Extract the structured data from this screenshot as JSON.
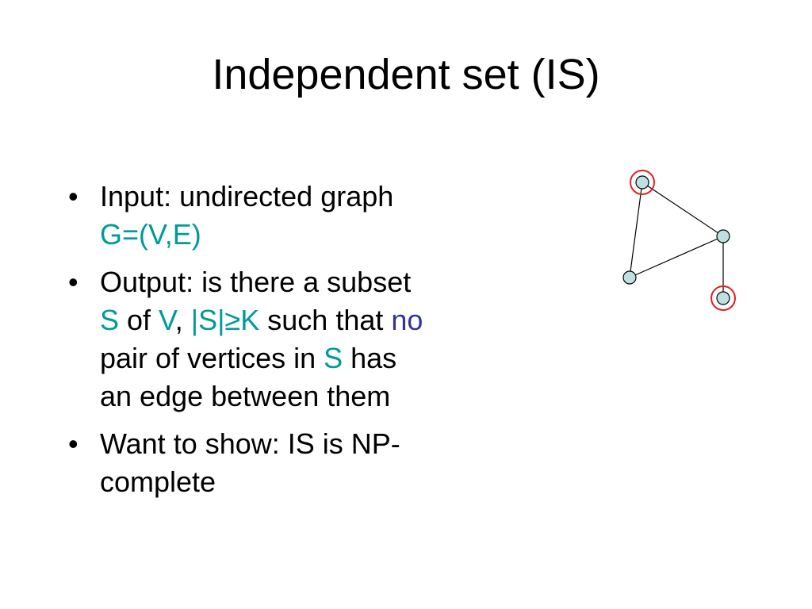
{
  "slide": {
    "title": "Independent set (IS)"
  },
  "bullets": {
    "bullet_char": "•",
    "input": {
      "lead": "Input: undirected graph",
      "graph_notation": "G=(V,E)"
    },
    "output": {
      "part1": "Output: is there a subset",
      "s1": "S",
      "of": " of ",
      "v": "V",
      "comma": ", ",
      "size_cond": "|S|≥K",
      "such_that": " such that ",
      "no": "no",
      "pair": "pair of vertices in ",
      "s2": "S",
      "has": " has",
      "tail": "an edge between them"
    },
    "want": {
      "line1": "Want to show: IS is NP-",
      "line2": "complete"
    }
  },
  "graph": {
    "vertex_fill": "#bfe0e0",
    "vertex_stroke": "#000000",
    "edge_color": "#000000",
    "selection_ring_color": "#e02020"
  }
}
